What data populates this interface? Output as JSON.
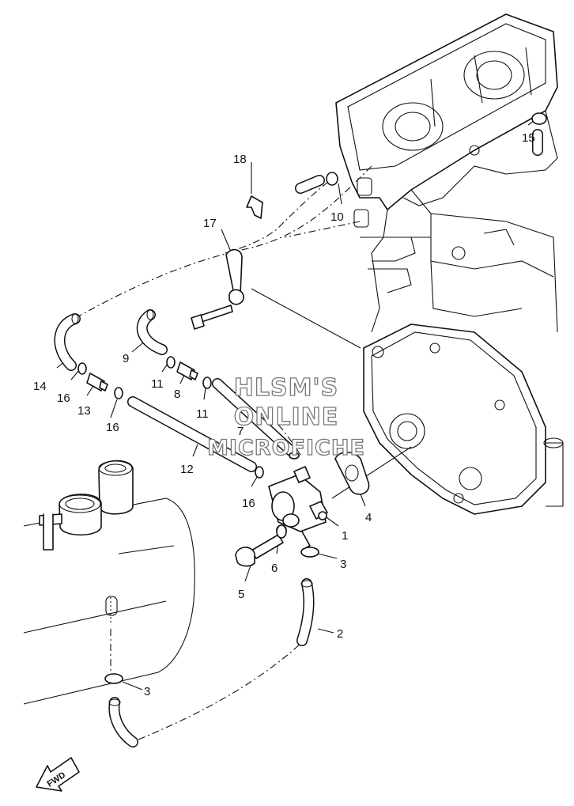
{
  "watermark": {
    "line1": "HLSM'S",
    "line2": "ONLINE",
    "line3": "MICROFICHE"
  },
  "direction_label": "FWD",
  "callouts": {
    "c1": "1",
    "c2": "2",
    "c3a": "3",
    "c3b": "3",
    "c4": "4",
    "c5": "5",
    "c6": "6",
    "c7": "7",
    "c8": "8",
    "c9": "9",
    "c10": "10",
    "c11a": "11",
    "c11b": "11",
    "c12": "12",
    "c13": "13",
    "c14": "14",
    "c15": "15",
    "c16a": "16",
    "c16b": "16",
    "c16c": "16",
    "c17": "17",
    "c18": "18"
  }
}
